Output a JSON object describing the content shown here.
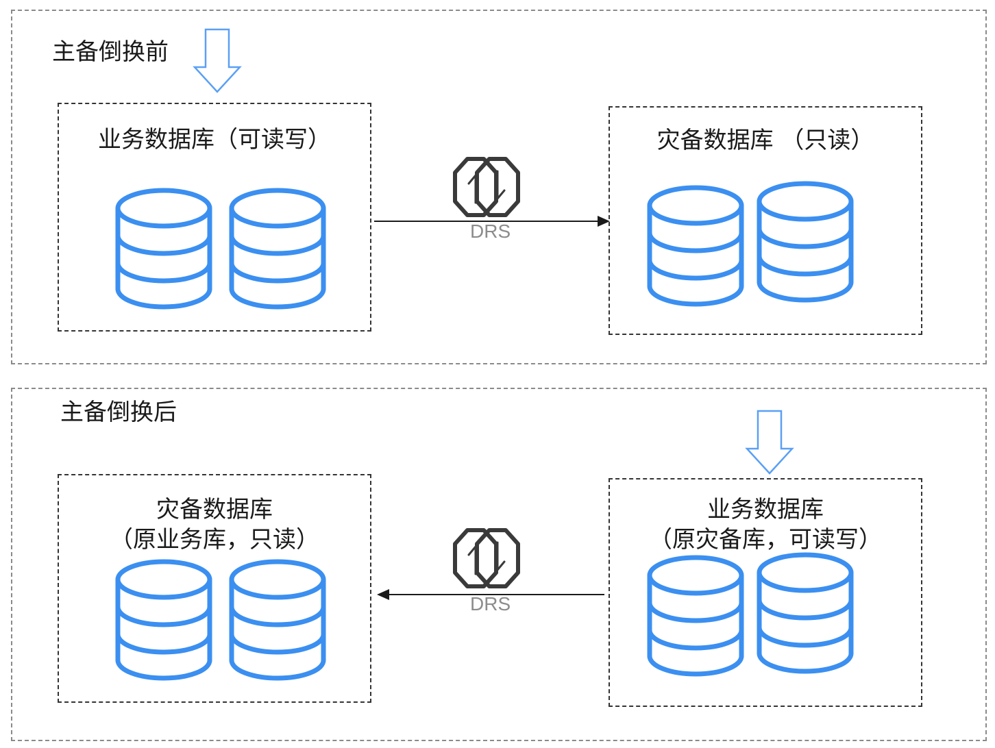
{
  "colors": {
    "db_stroke": "#3b8ff0",
    "arrow_stroke": "#5aa0f5",
    "link": "#1a1a1a",
    "drs_icon": "#3a3a3a"
  },
  "before": {
    "title": "主备倒换前",
    "source": {
      "title": "业务数据库（可读写）"
    },
    "target": {
      "title": "灾备数据库 （只读）"
    },
    "link": {
      "label": "DRS",
      "direction": "right"
    }
  },
  "after": {
    "title": "主备倒换后",
    "left": {
      "title_line1": "灾备数据库",
      "title_line2": "（原业务库，只读）"
    },
    "right": {
      "title_line1": "业务数据库",
      "title_line2": "（原灾备库，可读写）"
    },
    "link": {
      "label": "DRS",
      "direction": "left"
    }
  },
  "icons": {
    "database": "database-icon",
    "sync": "drs-sync-icon",
    "traffic": "down-arrow-icon"
  }
}
